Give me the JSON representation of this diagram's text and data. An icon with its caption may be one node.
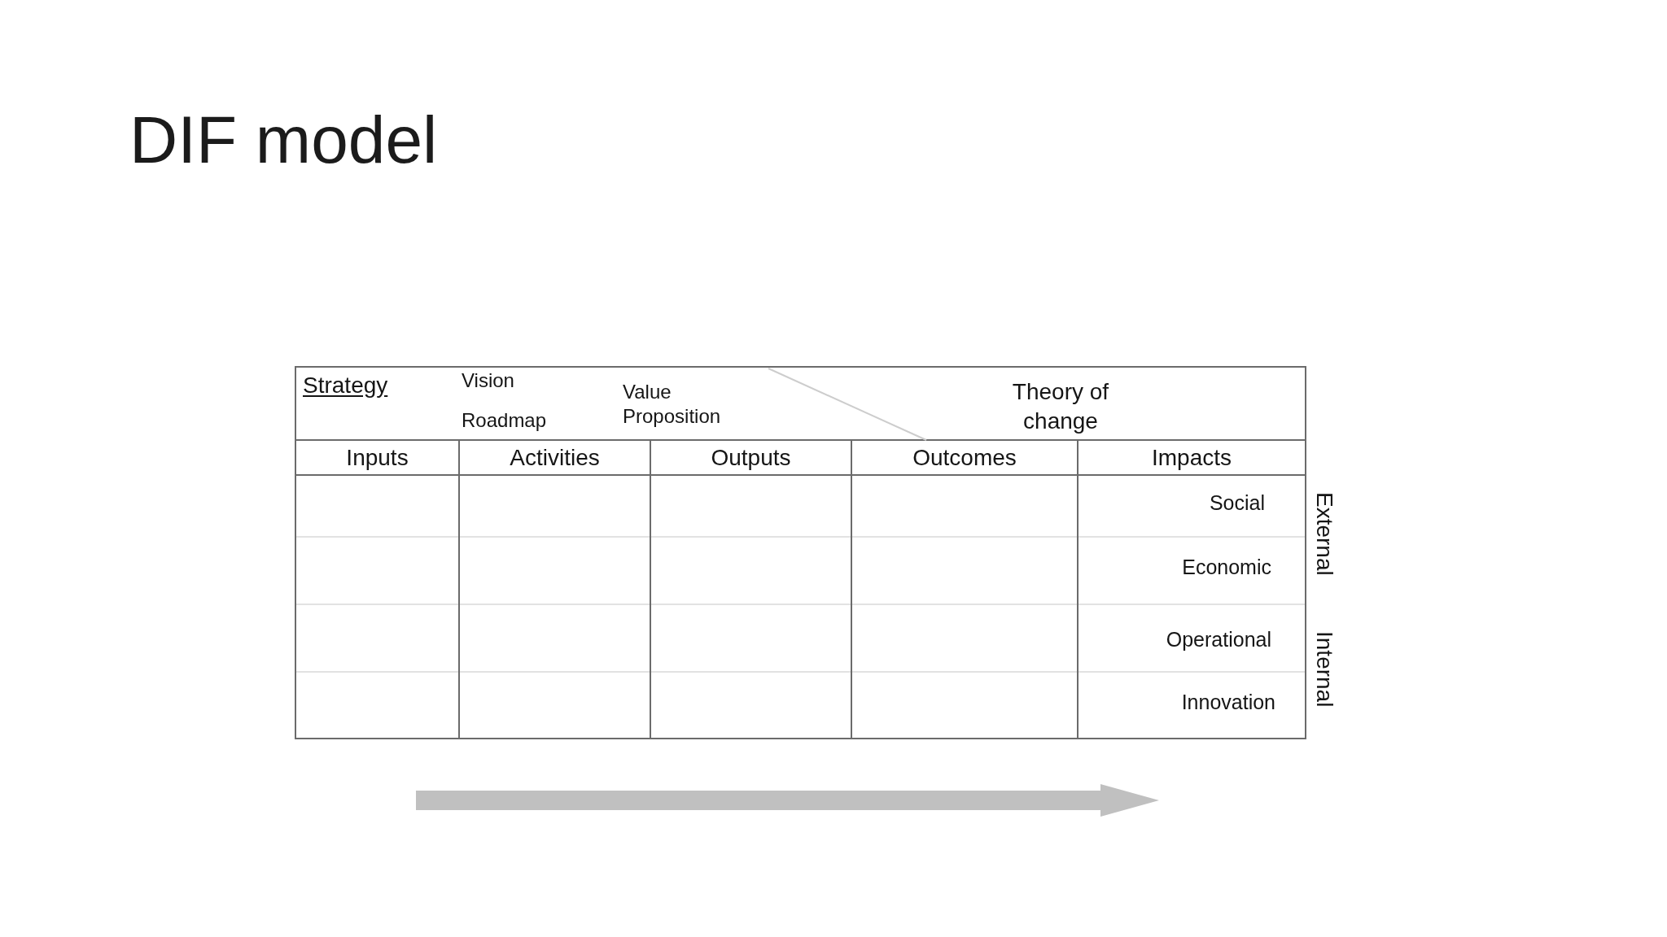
{
  "diagram": {
    "title": "DIF model",
    "nodes": [
      {
        "text": [
          "Strategy",
          "Vision",
          "Roadmap",
          "Value Proposition",
          "Theory of change"
        ]
      },
      {
        "text": [
          "Inputs"
        ]
      },
      {
        "text": [
          "Activities"
        ]
      },
      {
        "text": [
          "Outputs"
        ]
      },
      {
        "text": [
          "Outcomes"
        ]
      },
      {
        "text": [
          "Impacts"
        ]
      }
    ],
    "labels": [
      "Social",
      "Economic",
      "Operational",
      "Innovation",
      "External",
      "Internal"
    ]
  }
}
